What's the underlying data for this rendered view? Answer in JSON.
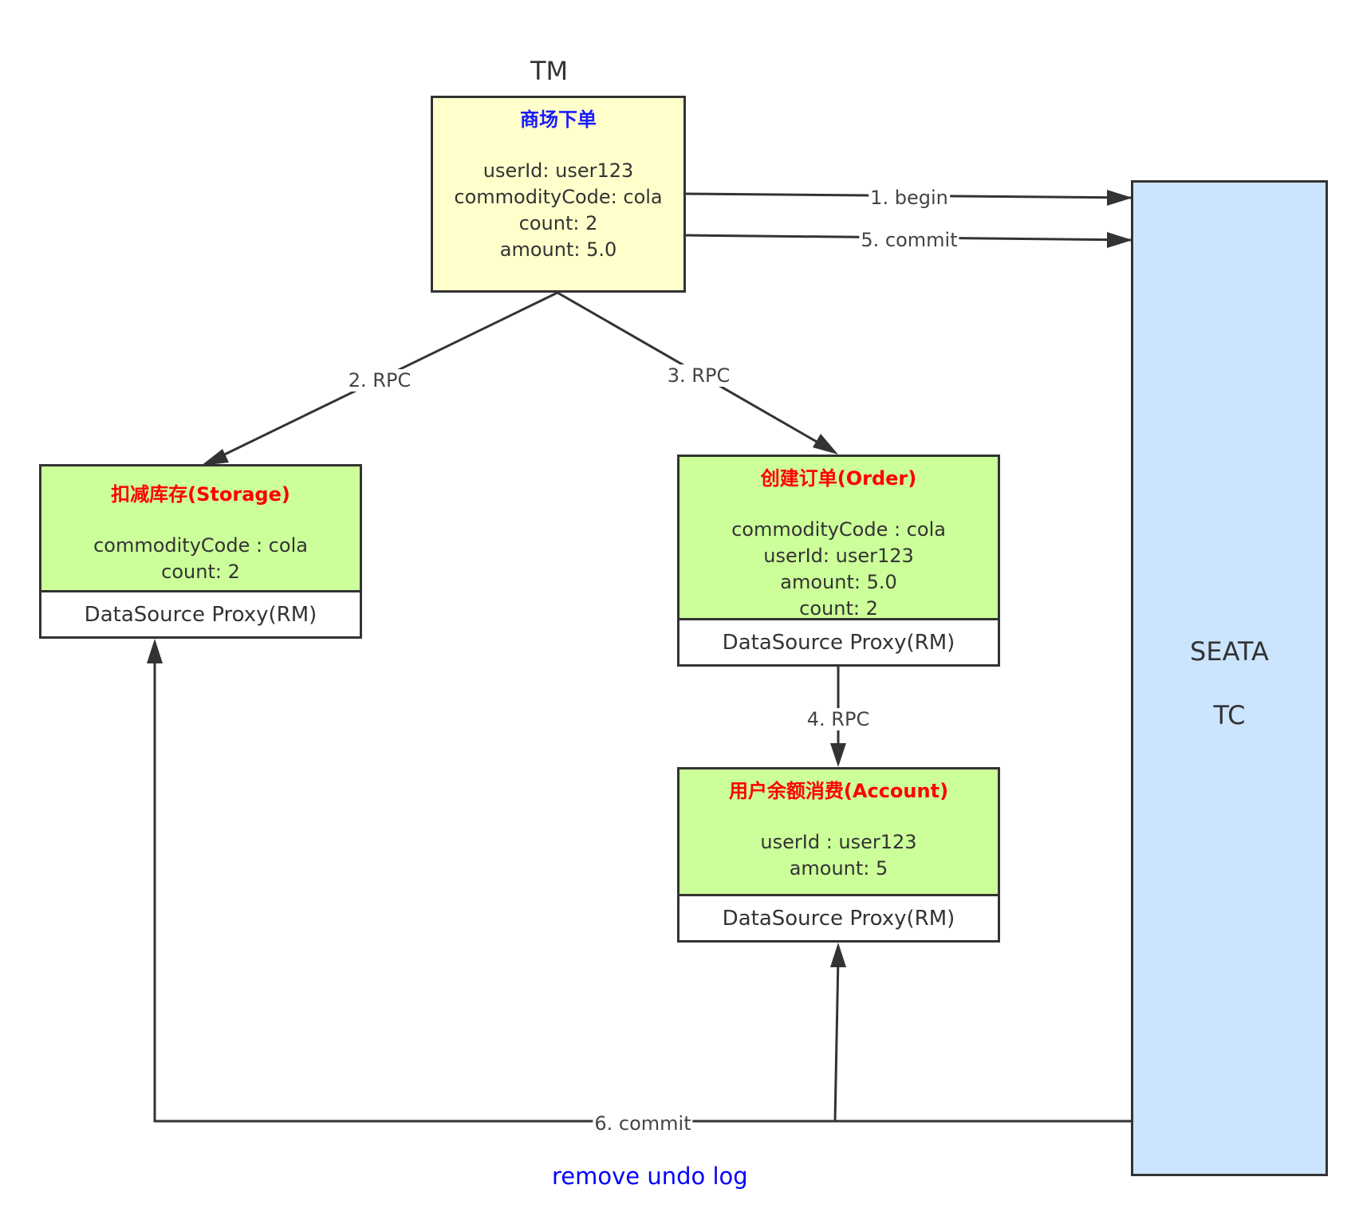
{
  "tm_label": "TM",
  "tm_box": {
    "title": "商场下单",
    "lines": [
      "userId: user123",
      "commodityCode: cola",
      "count: 2",
      "amount: 5.0"
    ]
  },
  "storage_box": {
    "title": "扣减库存(Storage)",
    "lines": [
      "commodityCode : cola",
      "count: 2"
    ],
    "proxy": "DataSource Proxy(RM)"
  },
  "order_box": {
    "title": "创建订单(Order)",
    "lines": [
      "commodityCode : cola",
      "userId: user123",
      "amount: 5.0",
      "count: 2"
    ],
    "proxy": "DataSource Proxy(RM)"
  },
  "account_box": {
    "title": "用户余额消费(Account)",
    "lines": [
      "userId : user123",
      "amount: 5"
    ],
    "proxy": "DataSource Proxy(RM)"
  },
  "tc_box": {
    "line1": "SEATA",
    "line2": "TC"
  },
  "edges": {
    "begin": "1. begin",
    "rpc2": "2. RPC",
    "rpc3": "3. RPC",
    "rpc4": "4. RPC",
    "commit5": "5. commit",
    "commit6": "6. commit"
  },
  "footer_note": "remove undo log",
  "colors": {
    "line": "#333333",
    "tm_fill": "#ffffcc",
    "rm_fill": "#ccff99",
    "tc_fill": "#cce5ff",
    "tm_title": "#1a1aff",
    "rm_title": "#ff0000",
    "note": "#0000ff"
  }
}
